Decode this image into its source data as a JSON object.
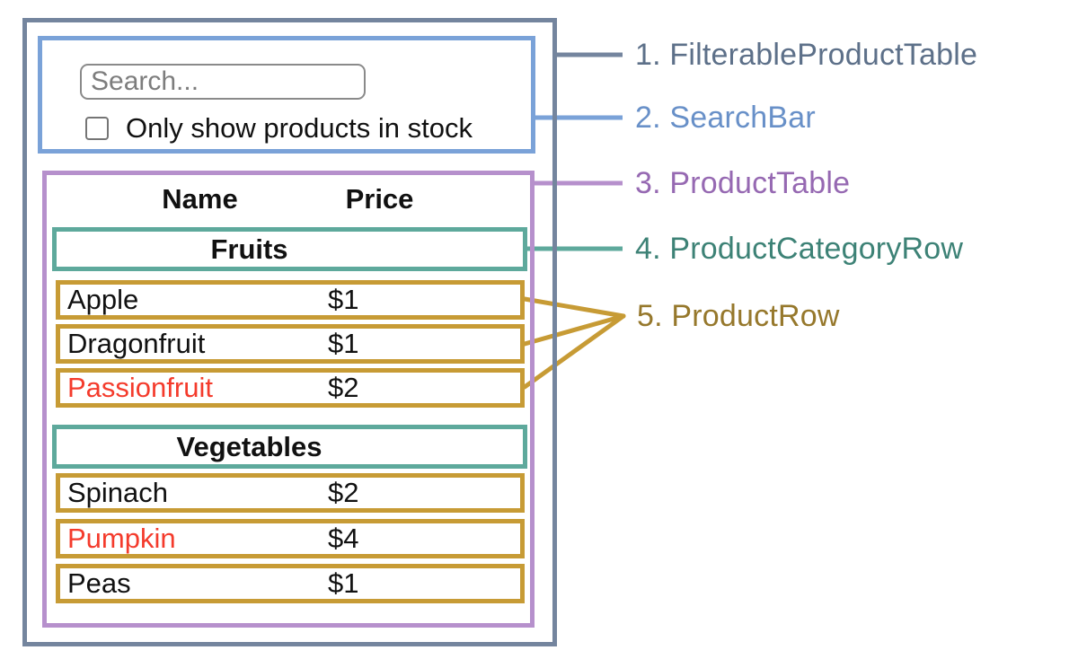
{
  "colors": {
    "outer_border": "#74859e",
    "searchbar_border": "#7aa2d8",
    "producttable_border": "#b690cc",
    "categoryrow_border": "#5ea99c",
    "productrow_border": "#c79b35",
    "out_of_stock_red": "#f43b2c",
    "text_black": "#111111"
  },
  "annotations": [
    {
      "label": "1. FilterableProductTable",
      "color": "#5d7089"
    },
    {
      "label": "2. SearchBar",
      "color": "#6890c8"
    },
    {
      "label": "3. ProductTable",
      "color": "#9669b2"
    },
    {
      "label": "4. ProductCategoryRow",
      "color": "#3d8276"
    },
    {
      "label": "5. ProductRow",
      "color": "#96782c"
    }
  ],
  "search_bar": {
    "placeholder": "Search...",
    "input_value": "",
    "checkbox_label": "Only show products in stock",
    "checkbox_checked": false
  },
  "table": {
    "headers": {
      "name": "Name",
      "price": "Price"
    },
    "sections": [
      {
        "category": "Fruits",
        "rows": [
          {
            "name": "Apple",
            "price": "$1",
            "name_color": "#111111"
          },
          {
            "name": "Dragonfruit",
            "price": "$1",
            "name_color": "#111111"
          },
          {
            "name": "Passionfruit",
            "price": "$2",
            "name_color": "#f43b2c"
          }
        ]
      },
      {
        "category": "Vegetables",
        "rows": [
          {
            "name": "Spinach",
            "price": "$2",
            "name_color": "#111111"
          },
          {
            "name": "Pumpkin",
            "price": "$4",
            "name_color": "#f43b2c"
          },
          {
            "name": "Peas",
            "price": "$1",
            "name_color": "#111111"
          }
        ]
      }
    ]
  }
}
